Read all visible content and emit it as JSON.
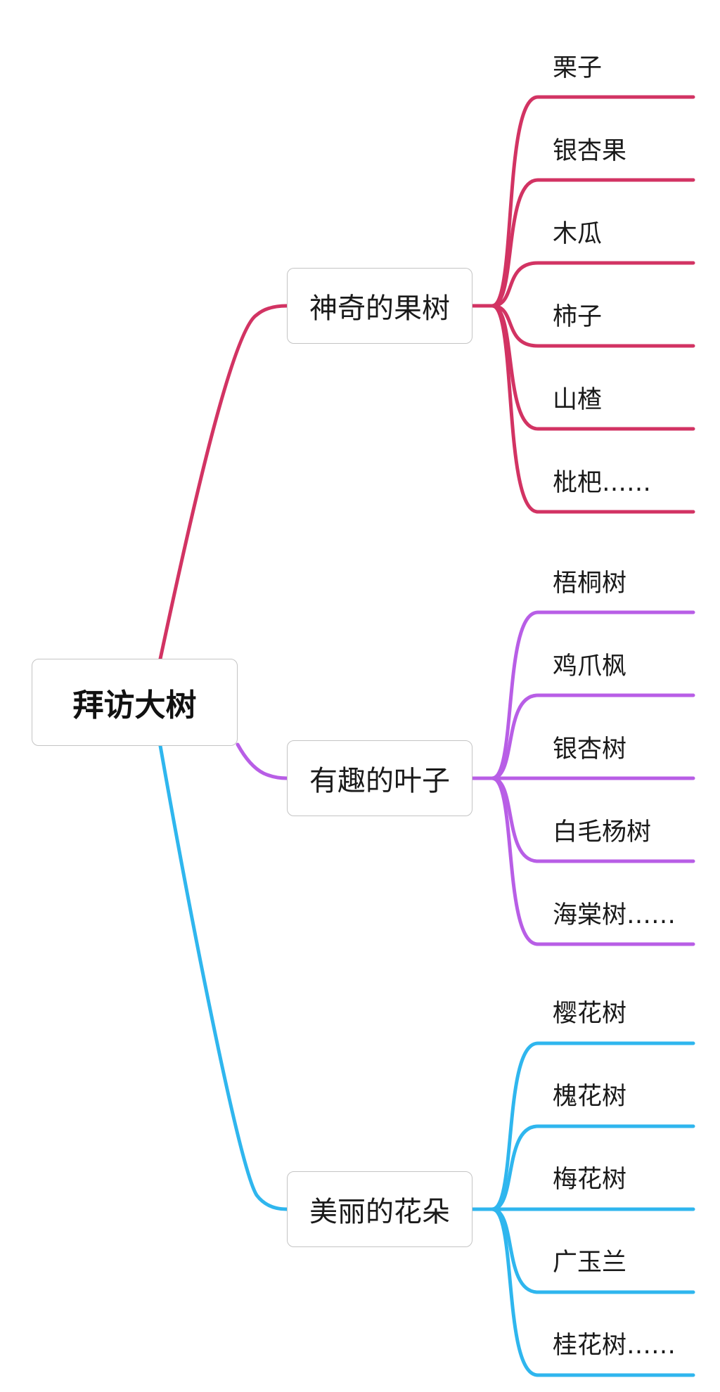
{
  "root": {
    "label": "拜访大树"
  },
  "branches": [
    {
      "label": "神奇的果树",
      "color": "#d23363",
      "children": [
        "栗子",
        "银杏果",
        "木瓜",
        "柿子",
        "山楂",
        "枇杷……"
      ]
    },
    {
      "label": "有趣的叶子",
      "color": "#b85ee6",
      "children": [
        "梧桐树",
        "鸡爪枫",
        "银杏树",
        "白毛杨树",
        "海棠树……"
      ]
    },
    {
      "label": "美丽的花朵",
      "color": "#2fb6ee",
      "children": [
        "樱花树",
        "槐花树",
        "梅花树",
        "广玉兰",
        "桂花树……"
      ]
    }
  ]
}
